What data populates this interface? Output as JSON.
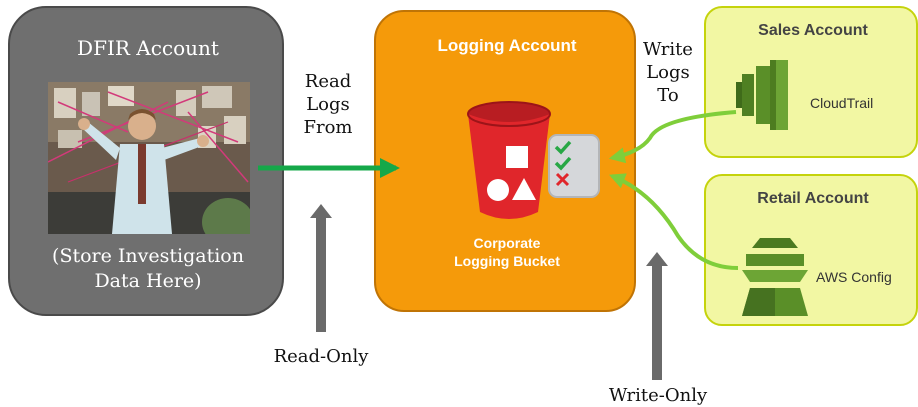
{
  "dfir": {
    "title": "DFIR Account",
    "caption_line1": "(Store Investigation",
    "caption_line2": "Data Here)"
  },
  "logging": {
    "title": "Logging Account",
    "bucket_line1": "Corporate",
    "bucket_line2": "Logging Bucket"
  },
  "sales": {
    "title": "Sales Account",
    "service": "CloudTrail"
  },
  "retail": {
    "title": "Retail Account",
    "service": "AWS Config"
  },
  "arrows": {
    "read_line1": "Read",
    "read_line2": "Logs",
    "read_line3": "From",
    "write_line1": "Write",
    "write_line2": "Logs",
    "write_line3": "To",
    "read_only": "Read-Only",
    "write_only": "Write-Only"
  },
  "colors": {
    "dfir_bg": "#6f6f6f",
    "logging_bg": "#f59a0a",
    "account_bg": "#f2f7a3",
    "bucket_red": "#e0262b",
    "green_arrow": "#15a849",
    "lime_arrow": "#7fce3a",
    "gray_arrow": "#6a6a6a",
    "aws_green": "#5a8f28"
  },
  "icons": [
    "photo",
    "s3-bucket-icon",
    "checklist-icon",
    "cloudtrail-icon",
    "aws-config-icon",
    "arrow-up-icon"
  ]
}
